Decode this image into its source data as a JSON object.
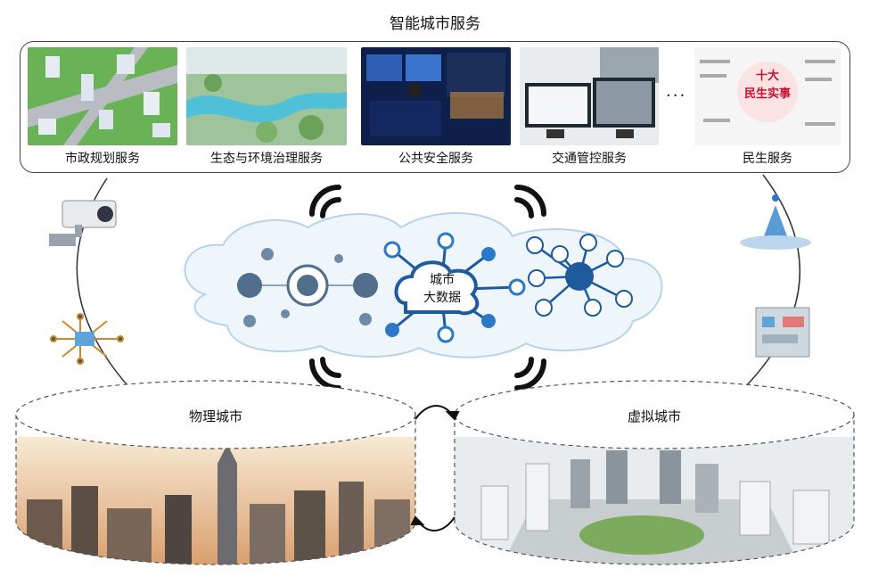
{
  "title": "智能城市服务",
  "services": [
    {
      "label": "市政规划服务"
    },
    {
      "label": "生态与环境治理服务"
    },
    {
      "label": "公共安全服务"
    },
    {
      "label": "交通管控服务"
    },
    {
      "label": "民生服务"
    }
  ],
  "ellipsis": "···",
  "livelihood_poster": {
    "line1": "十大",
    "line2": "民生实事"
  },
  "big_data": {
    "line1": "城市",
    "line2": "大数据"
  },
  "physical_city": "物理城市",
  "virtual_city": "虚拟城市",
  "colors": {
    "accent": "#1e5a9c",
    "cloud": "#eef5fb",
    "node": "#2a78c8",
    "line": "#333333"
  }
}
